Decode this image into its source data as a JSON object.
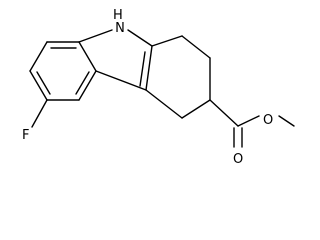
{
  "molecule": {
    "atoms": {
      "nh": "H\nN",
      "fluorine": "F",
      "carbonyl_oxygen": "O",
      "ester_oxygen": "O"
    },
    "line_color": "#000000",
    "background": "#ffffff"
  }
}
